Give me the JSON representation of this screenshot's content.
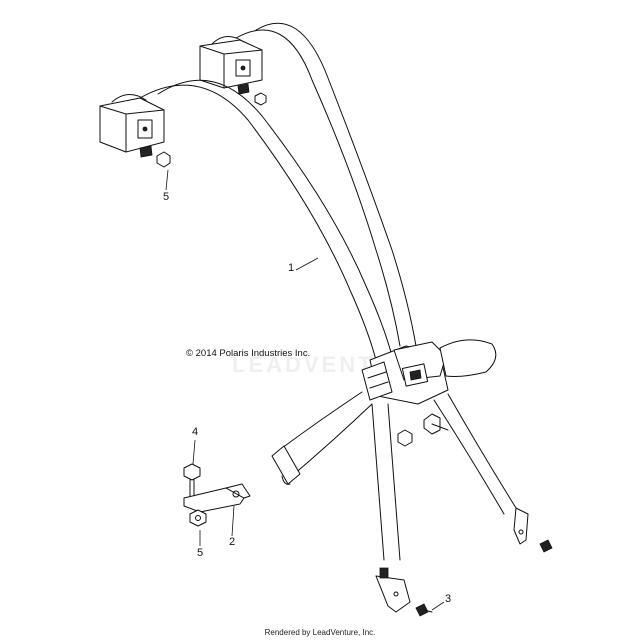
{
  "copyright": "© 2014 Polaris Industries Inc.",
  "footer": "Rendered by LeadVenture, Inc.",
  "callouts": {
    "c1": "1",
    "c2": "2",
    "c3": "3",
    "c4": "4",
    "c5a": "5",
    "c5b": "5"
  },
  "parts": [
    {
      "id": "1",
      "name": "seat-belt-assembly"
    },
    {
      "id": "2",
      "name": "mounting-bracket"
    },
    {
      "id": "3",
      "name": "bolt"
    },
    {
      "id": "4",
      "name": "bolt"
    },
    {
      "id": "5",
      "name": "nut"
    }
  ]
}
